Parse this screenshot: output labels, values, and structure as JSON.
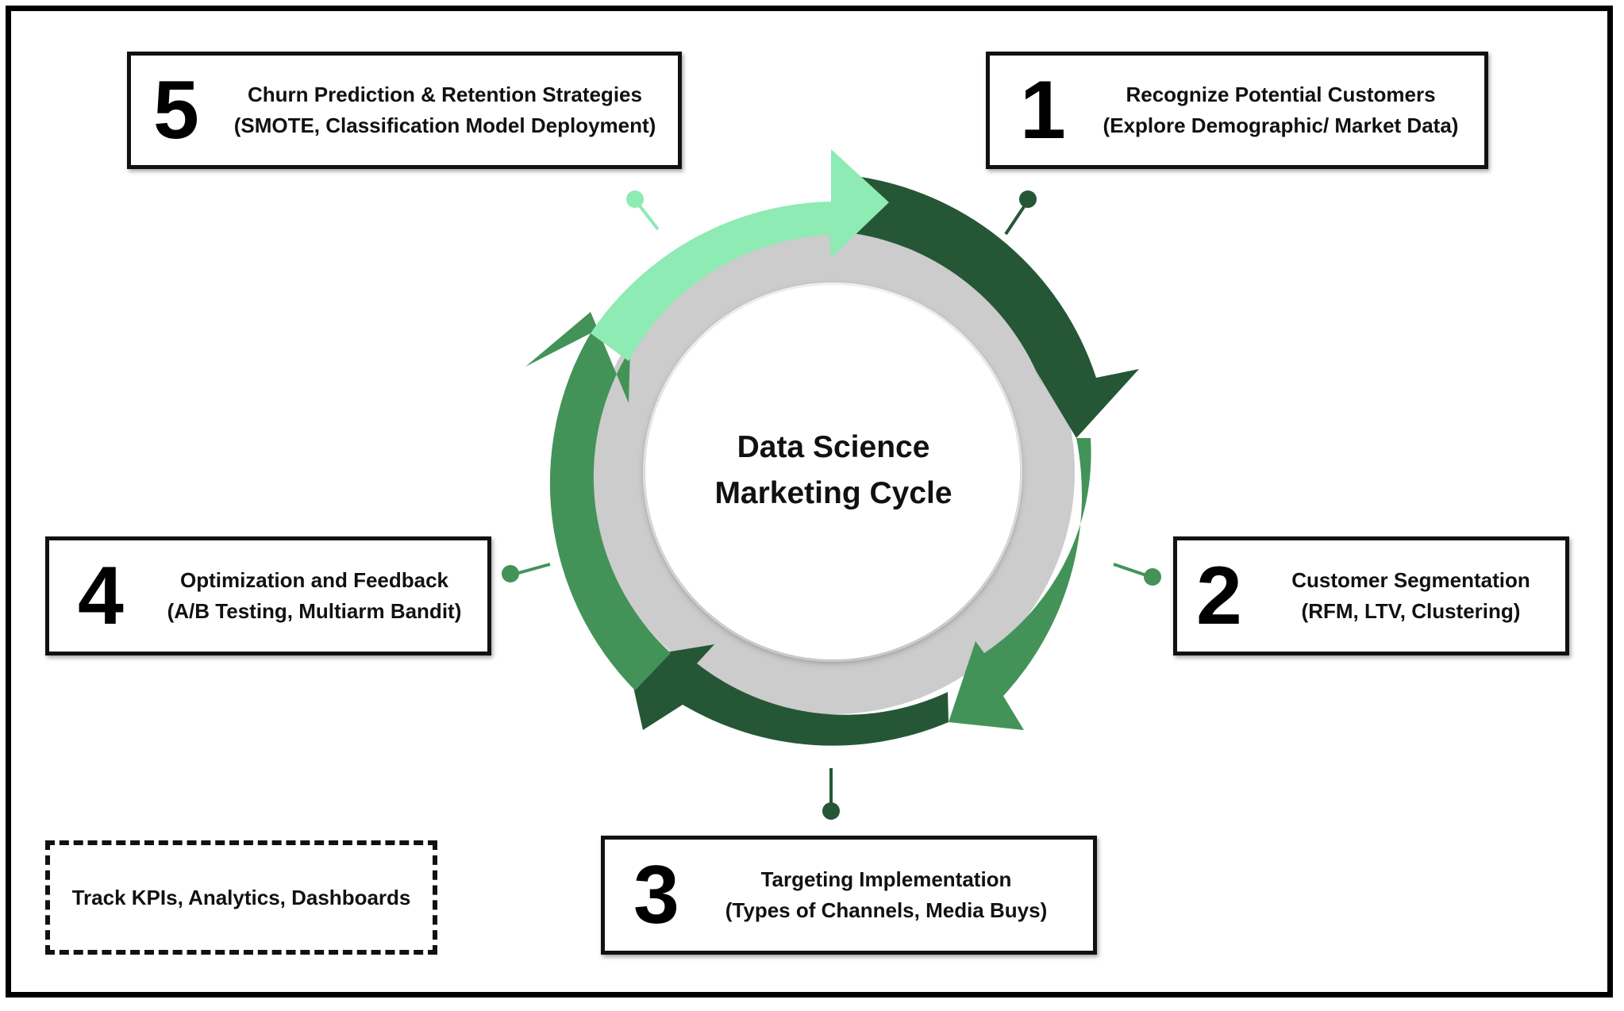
{
  "center_title": {
    "line1": "Data Science",
    "line2": "Marketing Cycle"
  },
  "steps": [
    {
      "number": "1",
      "title": "Recognize Potential Customers",
      "subtitle": "(Explore Demographic/ Market Data)"
    },
    {
      "number": "2",
      "title": "Customer Segmentation",
      "subtitle": "(RFM, LTV, Clustering)"
    },
    {
      "number": "3",
      "title": "Targeting Implementation",
      "subtitle": "(Types of Channels, Media Buys)"
    },
    {
      "number": "4",
      "title": "Optimization and Feedback",
      "subtitle": "(A/B Testing, Multiarm Bandit)"
    },
    {
      "number": "5",
      "title": "Churn Prediction & Retention Strategies",
      "subtitle": "(SMOTE, Classification Model Deployment)"
    }
  ],
  "kpi_note": "Track KPIs, Analytics, Dashboards",
  "colors": {
    "dark_green": "#255737",
    "medium_green": "#439359",
    "light_green": "#8debb3",
    "ring_gray": "#cccccc"
  }
}
